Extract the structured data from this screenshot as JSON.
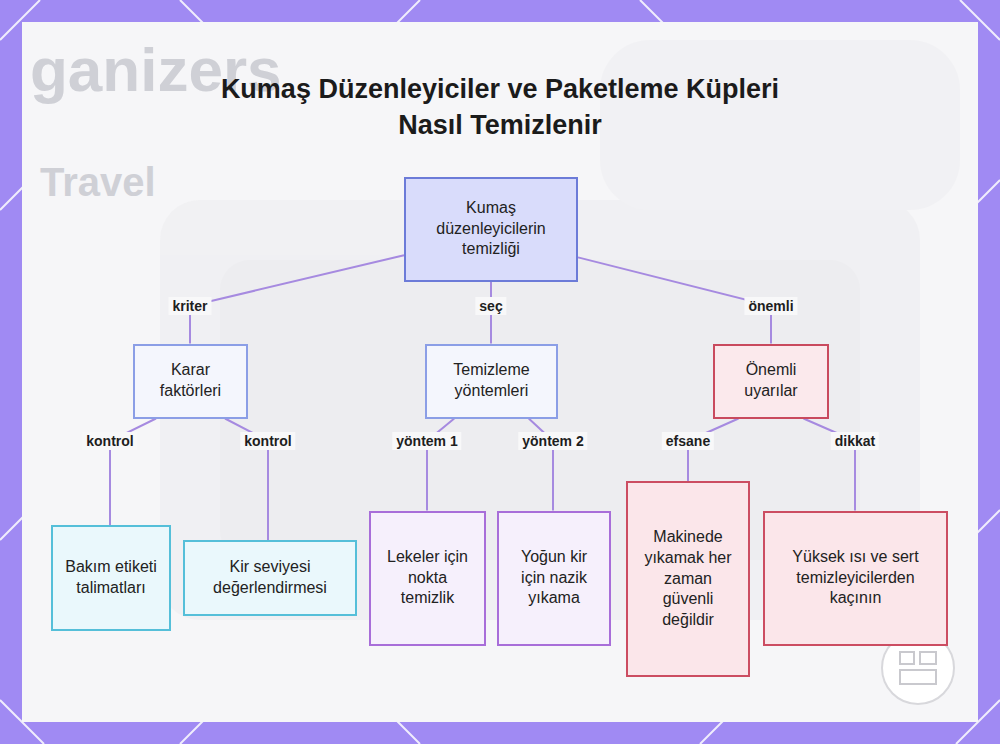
{
  "diagram": {
    "title": "Kumaş Düzenleyiciler ve Paketleme Küpleri Nasıl Temizlenir",
    "nodes": [
      {
        "text": [
          "Kumaş düzenleyicilerin temizliği"
        ]
      },
      {
        "text": [
          "Karar faktörleri"
        ]
      },
      {
        "text": [
          "Temizleme yöntemleri"
        ]
      },
      {
        "text": [
          "Önemli uyarılar"
        ]
      },
      {
        "text": [
          "Bakım etiketi talimatları"
        ]
      },
      {
        "text": [
          "Kir seviyesi değerlendirmesi"
        ]
      },
      {
        "text": [
          "Lekeler için nokta temizlik"
        ]
      },
      {
        "text": [
          "Yoğun kir için nazik yıkama"
        ]
      },
      {
        "text": [
          "Makinede yıkamak her zaman güvenli değildir"
        ]
      },
      {
        "text": [
          "Yüksek ısı ve sert temizleyicilerden kaçının"
        ]
      }
    ],
    "edges": [
      {
        "from": 0,
        "to": 1,
        "label": "kriter",
        "arrow": "none"
      },
      {
        "from": 0,
        "to": 2,
        "label": "seç",
        "arrow": "none"
      },
      {
        "from": 0,
        "to": 3,
        "label": "önemli",
        "arrow": "none"
      },
      {
        "from": 1,
        "to": 4,
        "label": "kontrol",
        "arrow": "none"
      },
      {
        "from": 1,
        "to": 5,
        "label": "kontrol",
        "arrow": "none"
      },
      {
        "from": 2,
        "to": 6,
        "label": "yöntem 1",
        "arrow": "none"
      },
      {
        "from": 2,
        "to": 7,
        "label": "yöntem 2",
        "arrow": "none"
      },
      {
        "from": 3,
        "to": 8,
        "label": "efsane",
        "arrow": "none"
      },
      {
        "from": 3,
        "to": 9,
        "label": "dikkat",
        "arrow": "none"
      }
    ],
    "labels": [
      "ganizers",
      "Travel"
    ]
  }
}
